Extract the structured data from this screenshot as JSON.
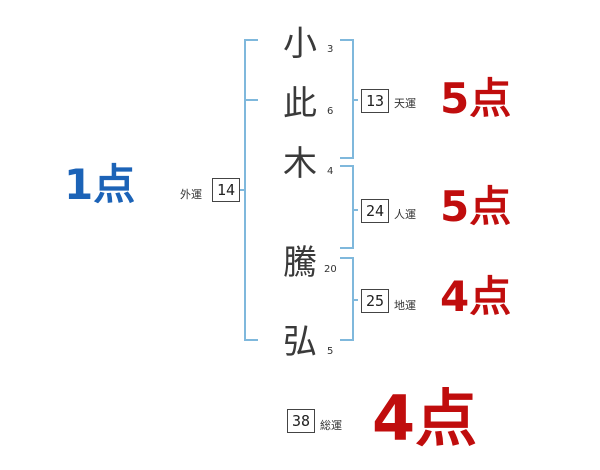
{
  "name_chars": [
    {
      "char": "小",
      "strokes": "3"
    },
    {
      "char": "此",
      "strokes": "6"
    },
    {
      "char": "木",
      "strokes": "4"
    },
    {
      "char": "騰",
      "strokes": "20"
    },
    {
      "char": "弘",
      "strokes": "5"
    }
  ],
  "ten": {
    "label": "天運",
    "value": "13",
    "score": "5点"
  },
  "jin": {
    "label": "人運",
    "value": "24",
    "score": "5点"
  },
  "chi": {
    "label": "地運",
    "value": "25",
    "score": "4点"
  },
  "gai": {
    "label": "外運",
    "value": "14",
    "score": "1点"
  },
  "sou": {
    "label": "総運",
    "value": "38",
    "score": "4点"
  },
  "colors": {
    "bracket": "#7fb8dc",
    "score_red": "#c00d0d",
    "score_blue": "#1c63b7",
    "text": "#3a3a3a"
  }
}
